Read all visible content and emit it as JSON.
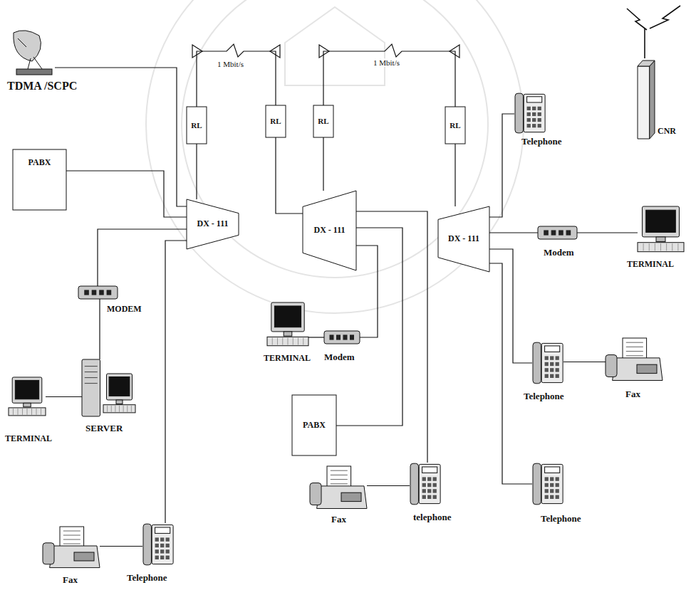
{
  "diagram": {
    "nodes": [
      {
        "text": [
          "TDMA /SCPC"
        ]
      },
      {
        "text": [
          "RL"
        ]
      },
      {
        "text": [
          "RL"
        ]
      },
      {
        "text": [
          "RL"
        ]
      },
      {
        "text": [
          "RL"
        ]
      },
      {
        "text": [
          "Telephone"
        ]
      },
      {
        "text": [
          "CNR"
        ]
      },
      {
        "text": [
          "PABX"
        ]
      },
      {
        "text": [
          "DX - 111"
        ]
      },
      {
        "text": [
          "DX - 111"
        ]
      },
      {
        "text": [
          "DX - 111"
        ]
      },
      {
        "text": [
          "MODEM"
        ]
      },
      {
        "text": [
          "Modem"
        ]
      },
      {
        "text": [
          "TERMINAL"
        ]
      },
      {
        "text": [
          "TERMINAL"
        ]
      },
      {
        "text": [
          "Modem"
        ]
      },
      {
        "text": [
          "SERVER"
        ]
      },
      {
        "text": [
          "TERMINAL"
        ]
      },
      {
        "text": [
          "PABX"
        ]
      },
      {
        "text": [
          "Telephone"
        ]
      },
      {
        "text": [
          "Fax"
        ]
      },
      {
        "text": [
          "Fax"
        ]
      },
      {
        "text": [
          "telephone"
        ]
      },
      {
        "text": [
          "Telephone"
        ]
      },
      {
        "text": [
          "Fax"
        ]
      },
      {
        "text": [
          "Telephone"
        ]
      }
    ],
    "edges": [
      {
        "from": 0,
        "to": 8,
        "arrow": "none"
      },
      {
        "from": 7,
        "to": 8,
        "arrow": "none"
      },
      {
        "from": 1,
        "to": 8,
        "arrow": "none"
      },
      {
        "from": 11,
        "to": 8,
        "arrow": "none"
      },
      {
        "from": 25,
        "to": 8,
        "arrow": "none"
      },
      {
        "from": 16,
        "to": 11,
        "arrow": "none"
      },
      {
        "from": 17,
        "to": 16,
        "arrow": "none"
      },
      {
        "from": 24,
        "to": 25,
        "arrow": "none"
      },
      {
        "from": 1,
        "to": 2,
        "label": "1 Mbit/s",
        "arrow": "none"
      },
      {
        "from": 2,
        "to": 9,
        "arrow": "none"
      },
      {
        "from": 3,
        "to": 9,
        "arrow": "none"
      },
      {
        "from": 3,
        "to": 4,
        "label": "1 Mbit/s",
        "arrow": "none"
      },
      {
        "from": 4,
        "to": 10,
        "arrow": "none"
      },
      {
        "from": 9,
        "to": 15,
        "arrow": "none"
      },
      {
        "from": 14,
        "to": 15,
        "arrow": "none"
      },
      {
        "from": 9,
        "to": 18,
        "arrow": "none"
      },
      {
        "from": 9,
        "to": 22,
        "arrow": "none"
      },
      {
        "from": 21,
        "to": 22,
        "arrow": "none"
      },
      {
        "from": 10,
        "to": 5,
        "arrow": "none"
      },
      {
        "from": 10,
        "to": 12,
        "arrow": "none"
      },
      {
        "from": 12,
        "to": 13,
        "arrow": "none"
      },
      {
        "from": 10,
        "to": 19,
        "arrow": "none"
      },
      {
        "from": 19,
        "to": 20,
        "arrow": "none"
      },
      {
        "from": 10,
        "to": 23,
        "arrow": "none"
      }
    ]
  }
}
